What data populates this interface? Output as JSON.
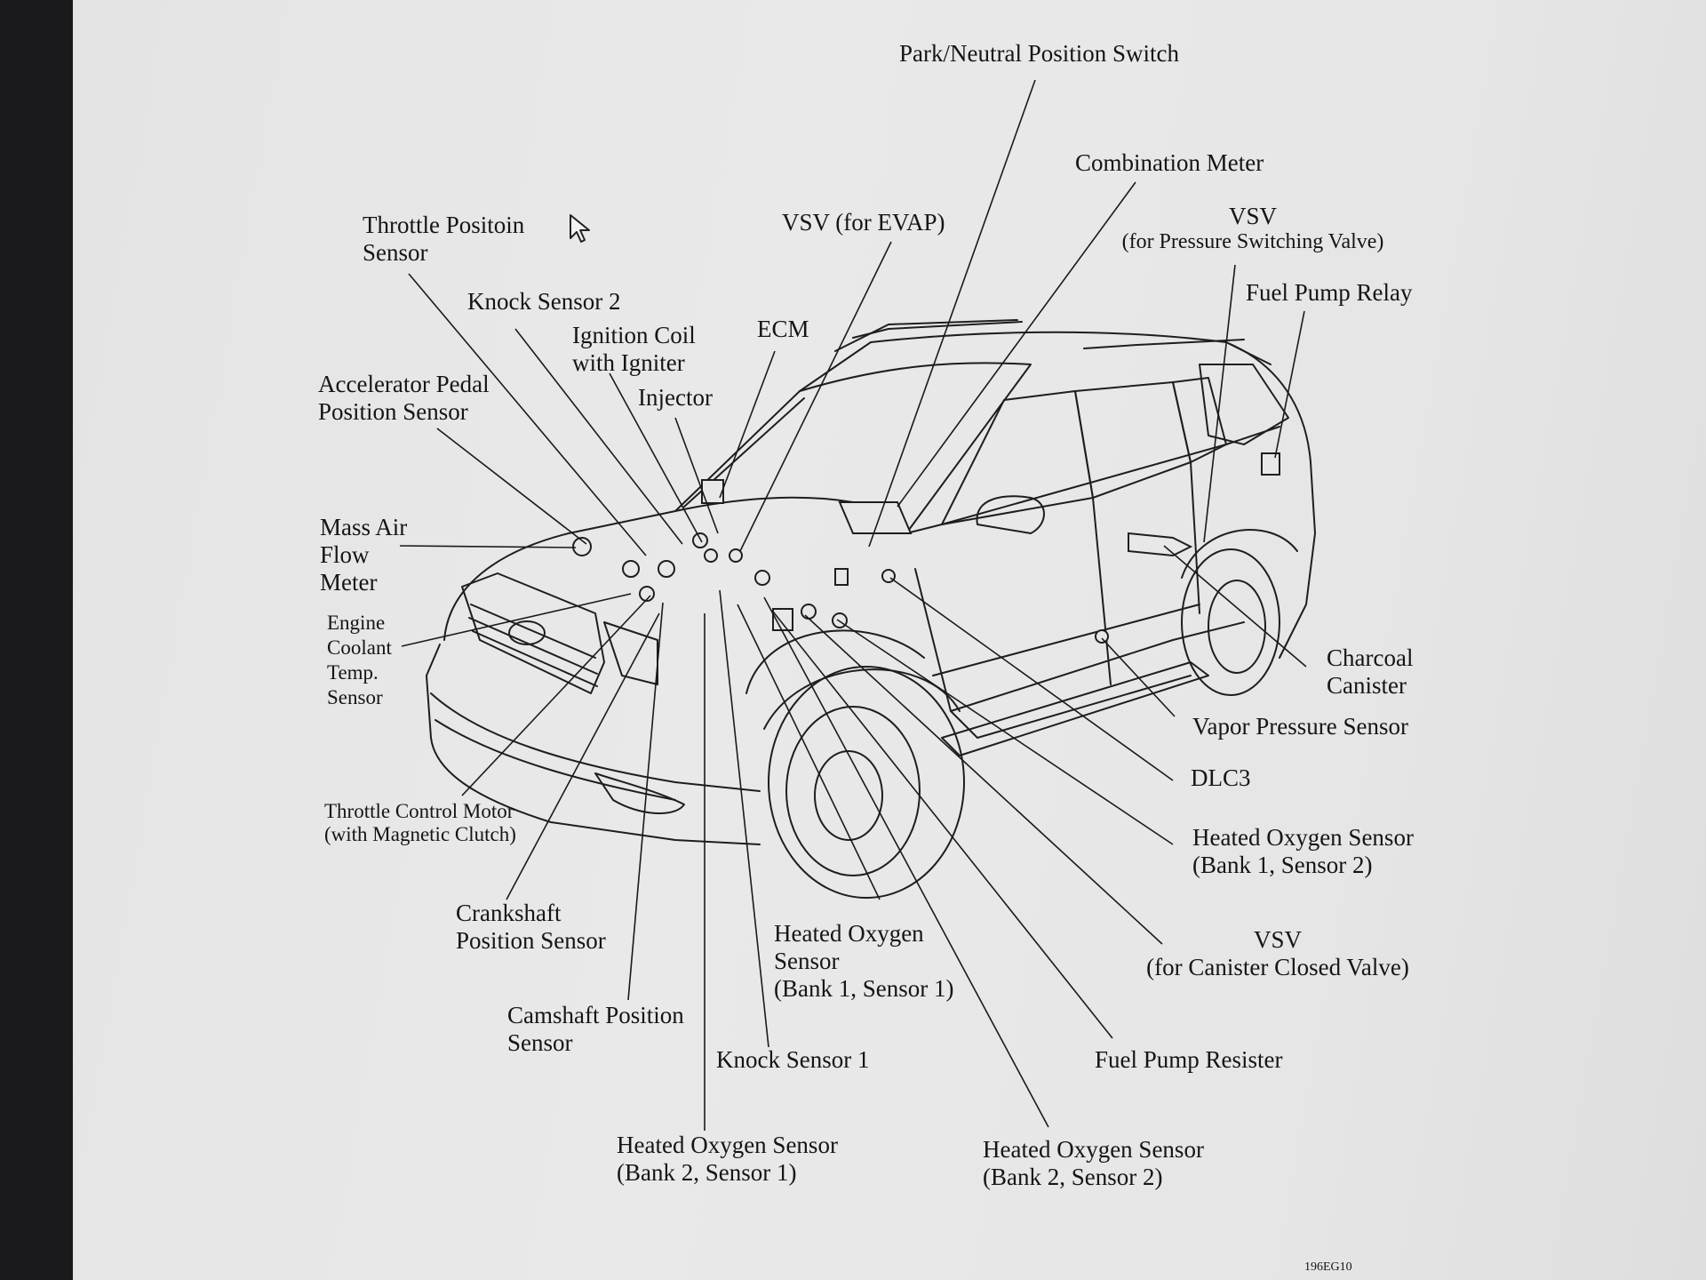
{
  "diagram": {
    "code": "196EG10",
    "labels": {
      "park_neutral": "Park/Neutral Position Switch",
      "combination_meter": "Combination Meter",
      "vsv_psv_1": "VSV",
      "vsv_psv_2": "(for Pressure Switching Valve)",
      "vsv_evap": "VSV (for EVAP)",
      "fuel_pump_relay": "Fuel Pump Relay",
      "tps_1": "Throttle Positoin",
      "tps_2": "Sensor",
      "knock2": "Knock Sensor 2",
      "ign_1": "Ignition Coil",
      "ign_2": "with Igniter",
      "ecm": "ECM",
      "injector": "Injector",
      "aps_1": "Accelerator Pedal",
      "aps_2": "Position Sensor",
      "maf_1": "Mass Air",
      "maf_2": "Flow",
      "maf_3": "Meter",
      "ect_1": "Engine",
      "ect_2": "Coolant",
      "ect_3": "Temp.",
      "ect_4": "Sensor",
      "charcoal_1": "Charcoal",
      "charcoal_2": "Canister",
      "vapor": "Vapor Pressure Sensor",
      "dlc3": "DLC3",
      "ho2_b1s2_1": "Heated Oxygen Sensor",
      "ho2_b1s2_2": "(Bank 1, Sensor 2)",
      "tcm_1": "Throttle Control Motor",
      "tcm_2": "(with Magnetic Clutch)",
      "crank_1": "Crankshaft",
      "crank_2": "Position Sensor",
      "ho2_b1s1_1": "Heated Oxygen",
      "ho2_b1s1_2": "Sensor",
      "ho2_b1s1_3": "(Bank 1, Sensor 1)",
      "vsv_ccv_1": "VSV",
      "vsv_ccv_2": "(for Canister Closed Valve)",
      "cam_1": "Camshaft Position",
      "cam_2": "Sensor",
      "knock1": "Knock Sensor 1",
      "fuel_pump_resister": "Fuel Pump Resister",
      "ho2_b2s1_1": "Heated Oxygen Sensor",
      "ho2_b2s1_2": "(Bank 2, Sensor 1)",
      "ho2_b2s2_1": "Heated Oxygen Sensor",
      "ho2_b2s2_2": "(Bank 2, Sensor 2)"
    }
  }
}
